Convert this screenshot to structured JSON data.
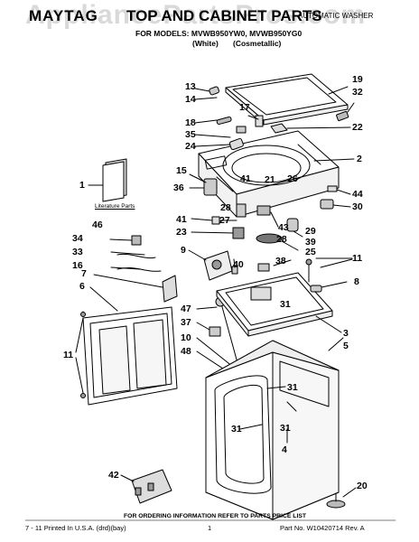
{
  "header": {
    "brand": "MAYTAG",
    "title": "TOP AND CABINET PARTS",
    "product_type": "AUTOMATIC WASHER",
    "models_line": "FOR MODELS: MVWB950YW0, MVWB950YG0",
    "variant_white": "(White)",
    "variant_cosmetallic": "(Cosmetallic)"
  },
  "watermark": "AppliancePartsPros.com",
  "literature_label": "Literature Parts",
  "footer": {
    "ordering": "FOR ORDERING INFORMATION REFER TO PARTS PRICE LIST",
    "printed": "7 - 11 Printed In U.S.A. (drd)(bay)",
    "page": "1",
    "part_no": "Part No. W10420714 Rev. A"
  },
  "callouts": [
    {
      "id": "c13",
      "text": "13"
    },
    {
      "id": "c14",
      "text": "14"
    },
    {
      "id": "c17",
      "text": "17"
    },
    {
      "id": "c19",
      "text": "19"
    },
    {
      "id": "c32",
      "text": "32"
    },
    {
      "id": "c18",
      "text": "18"
    },
    {
      "id": "c35",
      "text": "35"
    },
    {
      "id": "c24",
      "text": "24"
    },
    {
      "id": "c22",
      "text": "22"
    },
    {
      "id": "c1",
      "text": "1"
    },
    {
      "id": "c15",
      "text": "15"
    },
    {
      "id": "c2",
      "text": "2"
    },
    {
      "id": "c41a",
      "text": "41"
    },
    {
      "id": "c21",
      "text": "21"
    },
    {
      "id": "c26",
      "text": "26"
    },
    {
      "id": "c36",
      "text": "36"
    },
    {
      "id": "c44",
      "text": "44"
    },
    {
      "id": "c28a",
      "text": "28"
    },
    {
      "id": "c30",
      "text": "30"
    },
    {
      "id": "c41b",
      "text": "41"
    },
    {
      "id": "c27",
      "text": "27"
    },
    {
      "id": "c46",
      "text": "46"
    },
    {
      "id": "c23",
      "text": "23"
    },
    {
      "id": "c43",
      "text": "43"
    },
    {
      "id": "c29",
      "text": "29"
    },
    {
      "id": "c28b",
      "text": "28"
    },
    {
      "id": "c39",
      "text": "39"
    },
    {
      "id": "c34",
      "text": "34"
    },
    {
      "id": "c33",
      "text": "33"
    },
    {
      "id": "c9",
      "text": "9"
    },
    {
      "id": "c25",
      "text": "25"
    },
    {
      "id": "c38",
      "text": "38"
    },
    {
      "id": "c11a",
      "text": "11"
    },
    {
      "id": "c16",
      "text": "16"
    },
    {
      "id": "c40",
      "text": "40"
    },
    {
      "id": "c7",
      "text": "7"
    },
    {
      "id": "c8",
      "text": "8"
    },
    {
      "id": "c6",
      "text": "6"
    },
    {
      "id": "c31a",
      "text": "31"
    },
    {
      "id": "c47",
      "text": "47"
    },
    {
      "id": "c37",
      "text": "37"
    },
    {
      "id": "c3",
      "text": "3"
    },
    {
      "id": "c10",
      "text": "10"
    },
    {
      "id": "c5",
      "text": "5"
    },
    {
      "id": "c11b",
      "text": "11"
    },
    {
      "id": "c48",
      "text": "48"
    },
    {
      "id": "c31b",
      "text": "31"
    },
    {
      "id": "c31c",
      "text": "31"
    },
    {
      "id": "c31d",
      "text": "31"
    },
    {
      "id": "c4",
      "text": "4"
    },
    {
      "id": "c42",
      "text": "42"
    },
    {
      "id": "c20",
      "text": "20"
    }
  ]
}
